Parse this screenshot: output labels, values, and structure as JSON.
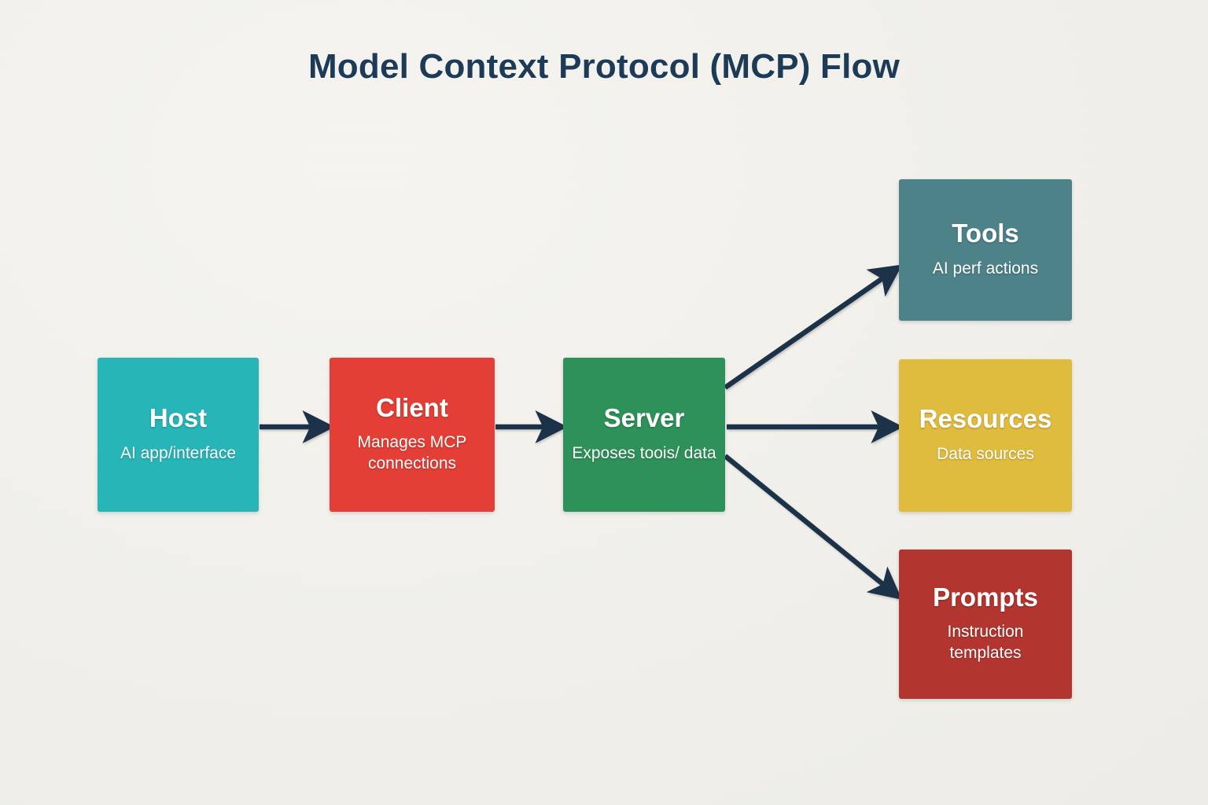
{
  "diagram": {
    "title": "Model Context Protocol (MCP) Flow",
    "background_color": "#f2f1ec",
    "arrow_color": "#1b3248",
    "title_color": "#1d3b57",
    "nodes": [
      {
        "id": "host",
        "title": "Host",
        "subtitle": "AI app/interface",
        "color": "#27b5b8"
      },
      {
        "id": "client",
        "title": "Client",
        "subtitle": "Manages MCP connections",
        "color": "#e33f36"
      },
      {
        "id": "server",
        "title": "Server",
        "subtitle": "Exposes toois/ data",
        "color": "#2e9159"
      },
      {
        "id": "tools",
        "title": "Tools",
        "subtitle": "AI perf actions",
        "color": "#4d8289"
      },
      {
        "id": "resources",
        "title": "Resources",
        "subtitle": "Data sources",
        "color": "#e0bc3e"
      },
      {
        "id": "prompts",
        "title": "Prompts",
        "subtitle": "Instruction templates",
        "color": "#b3352f"
      }
    ],
    "edges": [
      {
        "id": "host-client",
        "from": "Host",
        "to": "Client",
        "style": "solid-arrow"
      },
      {
        "id": "client-server",
        "from": "Client",
        "to": "Server",
        "style": "solid-arrow"
      },
      {
        "id": "server-tools",
        "from": "Server",
        "to": "Tools",
        "style": "solid-arrow"
      },
      {
        "id": "server-resources",
        "from": "Server",
        "to": "Resources",
        "style": "solid-arrow"
      },
      {
        "id": "server-prompts",
        "from": "Server",
        "to": "Prompts",
        "style": "solid-arrow"
      }
    ]
  }
}
